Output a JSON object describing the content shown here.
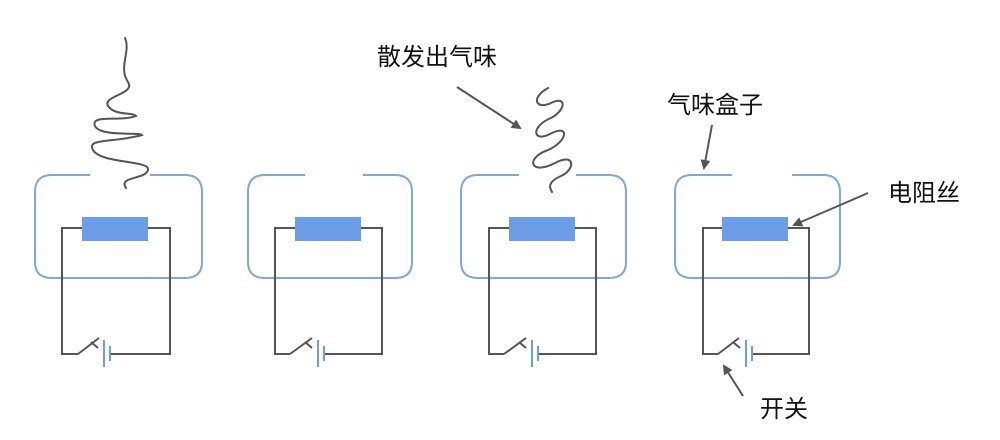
{
  "labels": {
    "emit_smell": "散发出气味",
    "smell_box": "气味盒子",
    "resistance_wire": "电阻丝",
    "switch": "开关"
  },
  "colors": {
    "box": "#7ea8dc",
    "resistor": "#6d9de6",
    "wire": "#555555",
    "text": "#111111"
  },
  "diagram": {
    "units": 4,
    "smelling_units": [
      1,
      3
    ],
    "switch_state": "open"
  }
}
